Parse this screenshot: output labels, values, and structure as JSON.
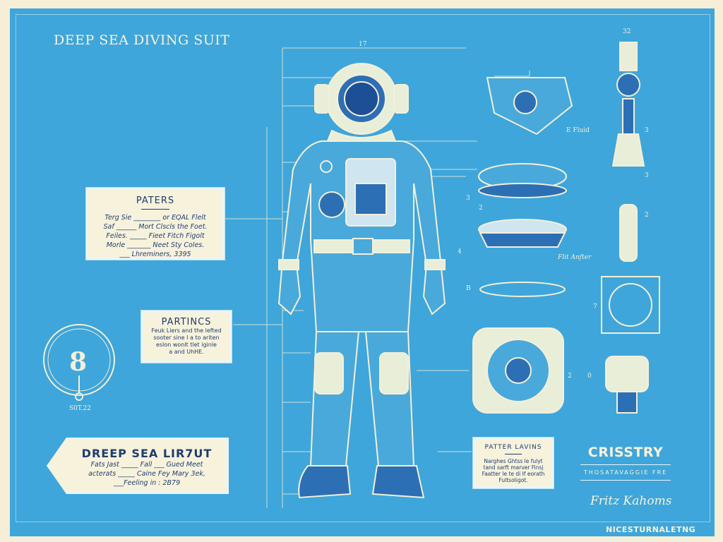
{
  "title": "DEEP SEA DIVING SUIT",
  "dimension_top": "17",
  "corner_label": "32",
  "gauge_caption": "S0T.22",
  "gauge_digit": "8",
  "paters": {
    "heading": "PATERS",
    "lines": [
      "Terg Sie ________ or EQAL Flelt",
      "Saf ______ Mort Clscls the Foet.",
      "Feiles. _____ Fieet Fitch Figolt",
      "Morle _______ Neet Sty Coles.",
      "___ Lhreminers, 3395"
    ]
  },
  "partincs": {
    "heading": "PARTINCS",
    "lines": [
      "Feuk Liers and the lefted",
      "sooter sine I  a to ariten",
      "eslon wonlt tlet iginle",
      "a and UhHE."
    ]
  },
  "lirtut": {
    "heading": "DREEP SEA LIR7UT",
    "lines": [
      "Fats Jast _____ Fall ___ Gued Meet",
      "acterats _____ Caine Fey Mary 3ek,",
      "___Feeling in : 2B79"
    ]
  },
  "patter_lavins": {
    "heading": "PATTER LAVINS",
    "lines": [
      "Narghes Ghtss le fulyt",
      "tand sarft marver Finsj",
      "Faatter le te di If eorath",
      "Fultsoligot."
    ]
  },
  "brand": {
    "name": "CRISSTRY",
    "subtitle": "THOSATAVAGGIE FRE"
  },
  "signature": "Fritz Kahoms",
  "footer": "NICESTURNALETNG",
  "part_labels": [
    "E Fluid",
    "3",
    "2",
    "4",
    "B",
    "7",
    "2",
    "0",
    "3",
    "2",
    "3",
    "Flit Anfter"
  ],
  "colors": {
    "background": "#3ea6da",
    "paper": "#f7f2dc",
    "ink": "#1f3d6e"
  }
}
